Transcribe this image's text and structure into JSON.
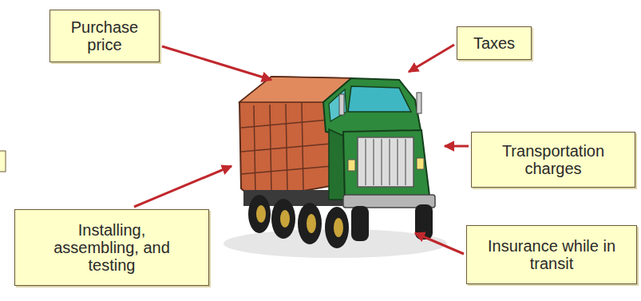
{
  "diagram": {
    "nodes": [
      {
        "text": [
          "Purchase price"
        ]
      },
      {
        "text": [
          "Taxes"
        ]
      },
      {
        "text": [
          "Transportation charges"
        ]
      },
      {
        "text": [
          "Installing, assembling, and testing"
        ]
      },
      {
        "text": [
          "Insurance while in transit"
        ]
      }
    ]
  }
}
